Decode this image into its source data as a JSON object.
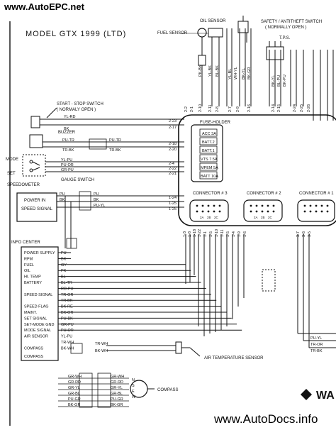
{
  "watermarks": {
    "top": "www.AutoEPC.net",
    "bottom": "www.AutoDocs.info"
  },
  "title": "MODEL GTX 1999 (LTD)",
  "top_components": {
    "oil_sensor": "OIL SENSOR",
    "fuel_sensor": "FUEL SENSOR",
    "safety_switch_line1": "SAFETY / ANTITHEFT SWITCH",
    "safety_switch_line2": "( NORMALLY OPEN )",
    "tps": "T.P.S."
  },
  "top_wire_colors": [
    "PK-BK",
    "YL-BK",
    "BL-BK",
    "YL-BL",
    "WH-YL",
    "BK-YL",
    "BK-GR",
    "BK-YL",
    "BL-PU",
    "BK-PU"
  ],
  "top_pin_labels": [
    "2-2",
    "2-1",
    "2-10",
    "2-11",
    "2-8",
    "2-7",
    "2-9",
    "2-16",
    "2-14",
    "2-15",
    "2-24",
    "2-25",
    "2-26"
  ],
  "left_components": {
    "start_stop_line1": "START - STOP SWITCH",
    "start_stop_line2": "( NORMALY OPEN )",
    "buzzer": "BUZZER",
    "mode": "MODE",
    "set": "SET",
    "gauge_switch": "GAUGE SWITCH",
    "speedometer": "SPEEDOMETER",
    "power_in": "POWER IN",
    "speed_signal": "SPEED SIGNAL",
    "info_center": "INFO CENTER",
    "compass_box": "COMPASS",
    "compass_out": "COMPASS",
    "air_temp_sensor": "AIR TEMPERATURE SENSOR"
  },
  "left_wires": [
    {
      "color": "YL-RD",
      "pin": "2-23"
    },
    {
      "color": "BK",
      "pin": "2-17"
    },
    {
      "color": "PU-TR",
      "color2": "PU-TR",
      "pin": "2-18"
    },
    {
      "color": "TR-BK",
      "color2": "TR-BK",
      "pin": "2-20"
    },
    {
      "color": "YL-PU",
      "pin": "2-4"
    },
    {
      "color": "PU-OR",
      "pin": "2-22"
    },
    {
      "color": "GR-PU",
      "pin": "2-21"
    },
    {
      "color": "PU",
      "pin": "1-24"
    },
    {
      "color": "BK",
      "pin": "1-25"
    },
    {
      "color": "PU-YL",
      "pin": "1-25"
    }
  ],
  "info_center_rows": [
    "POWER SUPPLY",
    "RPM",
    "FUEL",
    "OIL",
    "HI. TEMP",
    "BATTERY",
    "",
    "SPEED SIGNAL",
    "",
    "SPEED FLAG",
    "MAINT.",
    "SET SIGNAL",
    "SET-MODE GND",
    "MODE SIGNAL",
    "AIR SENSOR",
    "",
    "COMPASS"
  ],
  "info_center_wires": [
    "PU",
    "BK",
    "GY",
    "PK",
    "BL",
    "BL-TR",
    "RD-PU",
    "TR-OR",
    "TR-BK",
    "BK-RE",
    "BK-OR",
    "PU-BK",
    "GR-PU",
    "PU-OR",
    "YL-PU",
    "TR-WH",
    "BK-WH"
  ],
  "air_sensor_wires": [
    "TR-WH",
    "BK-WH"
  ],
  "compass_wires": [
    "GR-WH",
    "GR-RD",
    "GR-YL",
    "GR-BL",
    "PU-GR",
    "BK-GR"
  ],
  "compass_letters": [
    "N",
    "S",
    "E",
    "W"
  ],
  "fuse_holder": {
    "title": "FUSE-HOLDER",
    "fuses": [
      "ACC 3A",
      "BATT.2",
      "BATT.1",
      "VTS 7.5A",
      "MPEM 5A",
      "BATT 10A"
    ]
  },
  "connectors": [
    "CONNECTOR # 3",
    "CONNECTOR # 2",
    "CONNECTOR # 1"
  ],
  "connector_pins": [
    "2A",
    "2B",
    "2C"
  ],
  "connector_bottom_pins": [
    "1-3",
    "1-8",
    "1-18",
    "1-22",
    "1-1",
    "1-5",
    "1-10",
    "1-11",
    "1-5",
    "1-4",
    "1-9",
    "1-6",
    "3-7",
    "3-6",
    "3-5"
  ],
  "right_wire_colors": [
    "PU-YL",
    "TR-OR",
    "TR-BK"
  ],
  "bottom_right_text": "WA"
}
